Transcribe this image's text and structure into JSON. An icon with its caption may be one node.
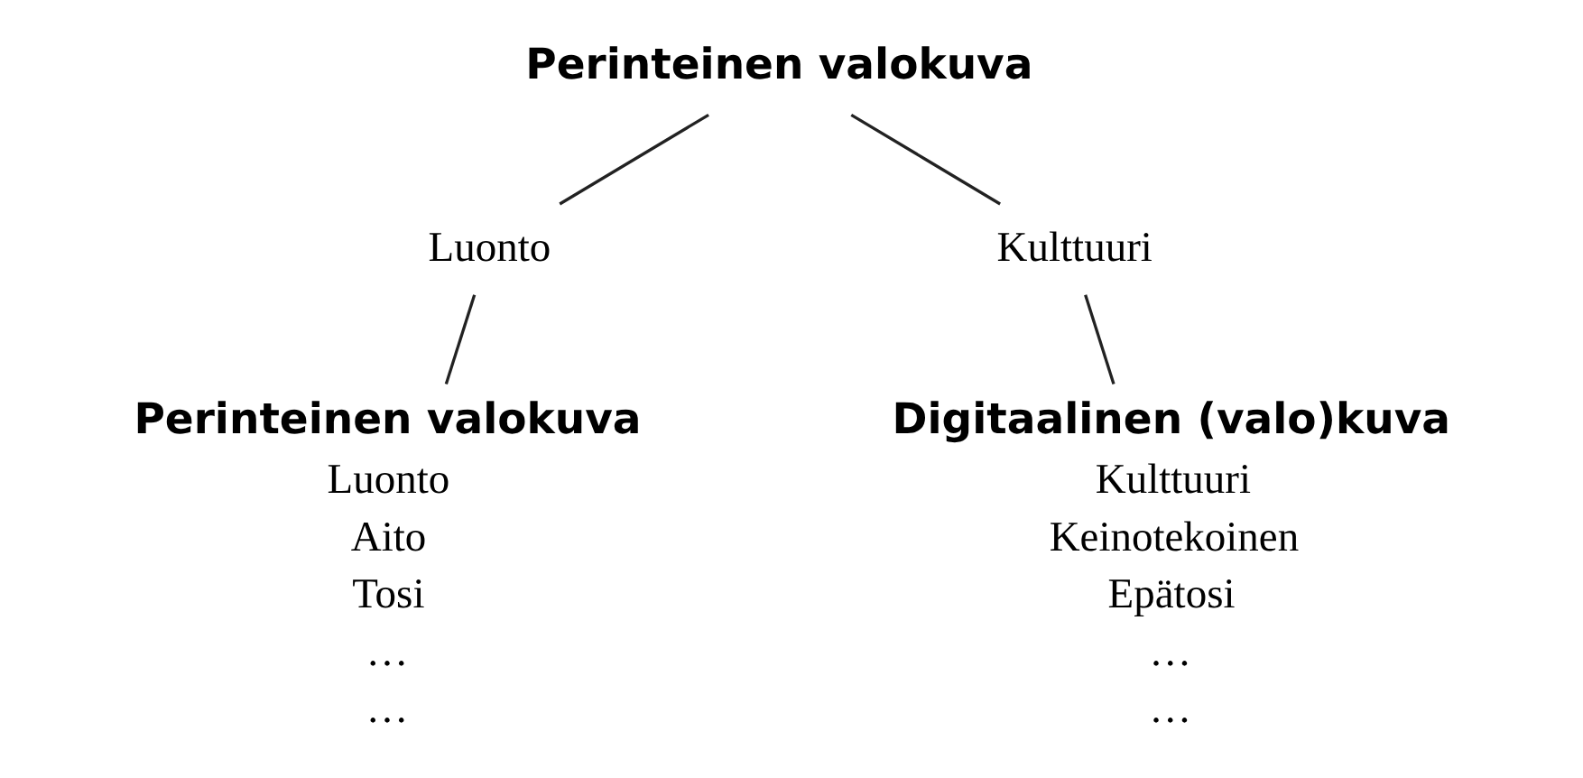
{
  "diagram": {
    "nodes": [
      {
        "text": [
          "Perinteinen valokuva"
        ]
      },
      {
        "text": [
          "Luonto"
        ]
      },
      {
        "text": [
          "Kulttuuri"
        ]
      },
      {
        "text": [
          "Perinteinen valokuva",
          "Luonto",
          "Aito",
          "Tosi",
          "…",
          "…"
        ]
      },
      {
        "text": [
          "Digitaalinen (valo)kuva",
          "Kulttuuri",
          "Keinotekoinen",
          "Epätosi",
          "…",
          "…"
        ]
      }
    ],
    "edges": [
      {
        "from": 0,
        "to": 1,
        "arrow": "none"
      },
      {
        "from": 0,
        "to": 2,
        "arrow": "none"
      },
      {
        "from": 1,
        "to": 3,
        "arrow": "none"
      },
      {
        "from": 2,
        "to": 4,
        "arrow": "none"
      }
    ]
  }
}
